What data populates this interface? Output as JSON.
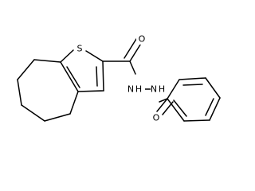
{
  "molecule": {
    "atoms": {
      "sulfur": "S",
      "amide_oxygen_1": "O",
      "amide_nitrogen_1": "N",
      "amide_nitrogen_2": "N",
      "amide_oxygen_2": "O",
      "nh_hydrogen_1": "H",
      "nh_hydrogen_2": "H"
    }
  }
}
